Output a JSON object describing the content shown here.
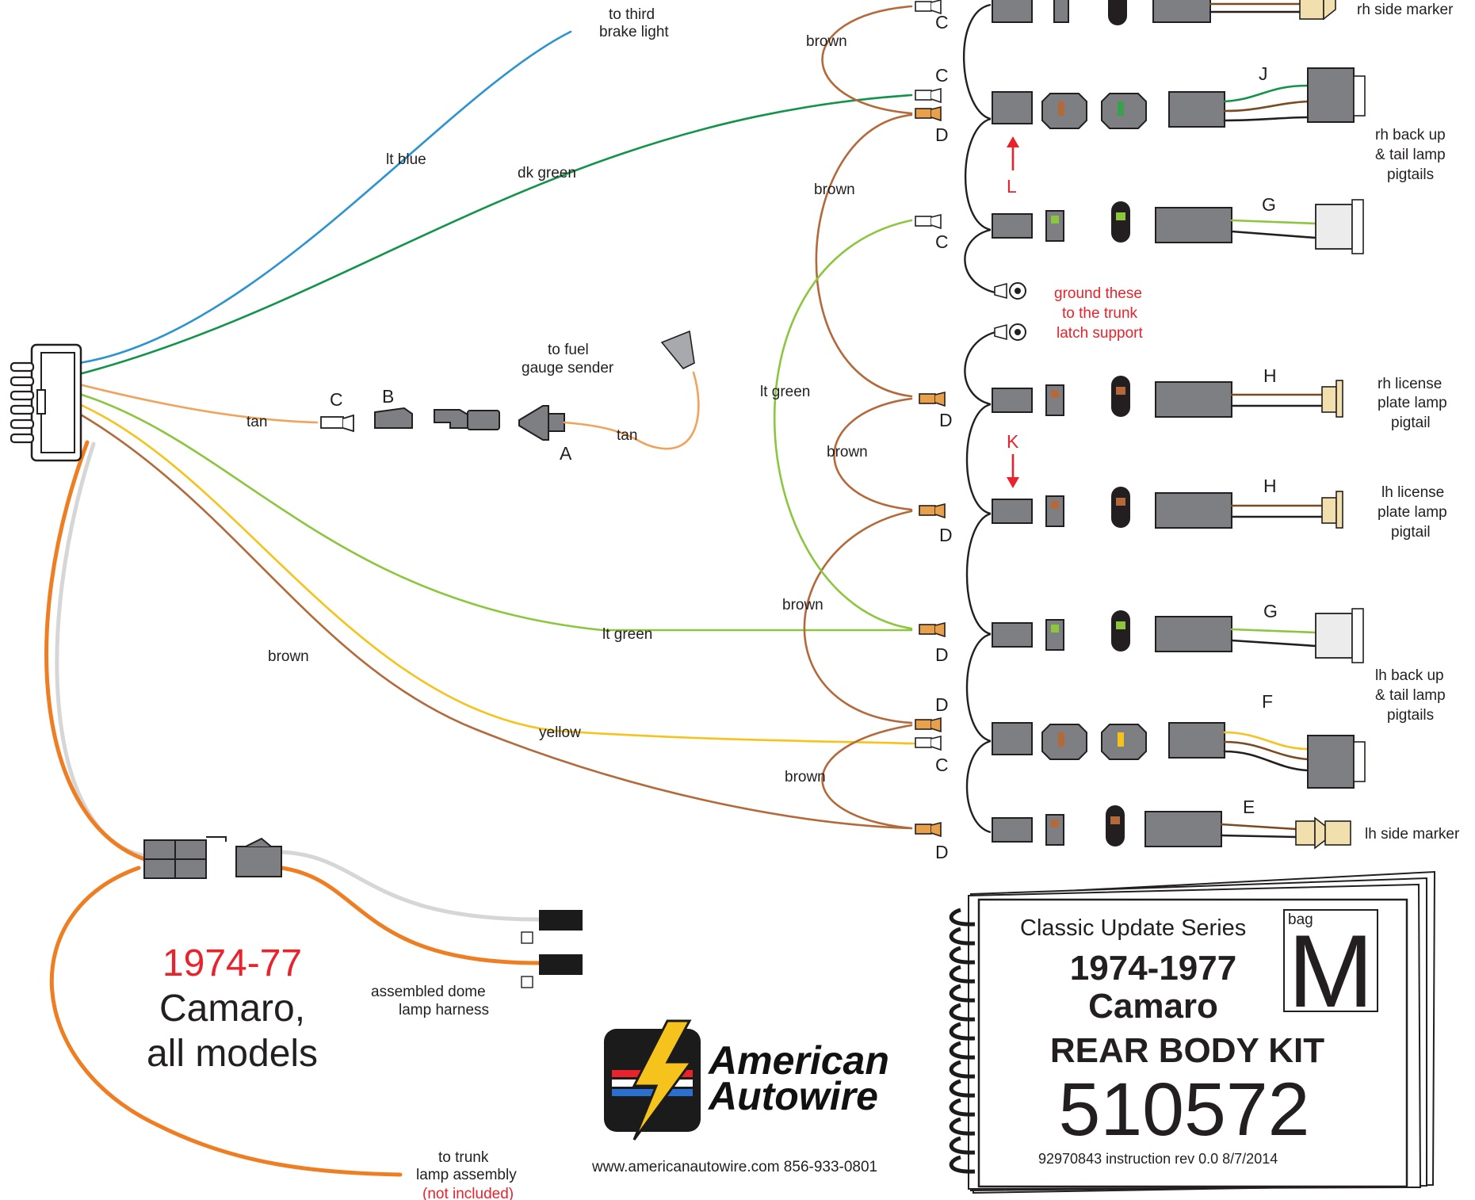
{
  "wire_labels": {
    "lt_blue": "lt blue",
    "dk_green": "dk green",
    "tan_left": "tan",
    "tan_right": "tan",
    "lt_green_mid": "lt green",
    "lt_green_top": "lt green",
    "yellow": "yellow",
    "brown_main": "brown",
    "brown_1": "brown",
    "brown_2": "brown",
    "brown_3": "brown",
    "brown_4": "brown",
    "brown_5": "brown"
  },
  "destinations": {
    "third_brake_1": "to third",
    "third_brake_2": "brake light",
    "fuel_1": "to fuel",
    "fuel_2": "gauge sender",
    "trunk_1": "to trunk",
    "trunk_2": "lamp assembly",
    "trunk_3": "(not included)",
    "dome_1": "assembled dome",
    "dome_2": "lamp harness"
  },
  "pigtails": {
    "rh_side": "rh side marker",
    "rh_back_1": "rh back up",
    "rh_back_2": "& tail lamp",
    "rh_back_3": "pigtails",
    "rh_lic_1": "rh license",
    "rh_lic_2": "plate lamp",
    "rh_lic_3": "pigtail",
    "lh_lic_1": "lh license",
    "lh_lic_2": "plate lamp",
    "lh_lic_3": "pigtail",
    "lh_back_1": "lh back up",
    "lh_back_2": "& tail lamp",
    "lh_back_3": "pigtails",
    "lh_side": "lh side marker"
  },
  "ground_note": {
    "line1": "ground these",
    "line2": "to the trunk",
    "line3": "latch support"
  },
  "letters": {
    "c1": "C",
    "c2": "C",
    "d1": "D",
    "c3": "C",
    "d2": "D",
    "d3": "D",
    "d4": "D",
    "d5": "D",
    "c4": "C",
    "d6": "D",
    "j": "J",
    "g1": "G",
    "h1": "H",
    "h2": "H",
    "g2": "G",
    "f": "F",
    "e": "E",
    "l": "L",
    "k": "K",
    "fuel_c": "C",
    "fuel_b": "B",
    "fuel_a": "A"
  },
  "title": {
    "years": "1974-77",
    "model": "Camaro,",
    "scope": "all models"
  },
  "brand": {
    "name1": "American",
    "name2": "Autowire",
    "contact": "www.americanautowire.com    856-933-0801"
  },
  "booklet": {
    "series": "Classic Update Series",
    "bag_label": "bag",
    "bag_letter": "M",
    "years": "1974-1977",
    "model": "Camaro",
    "kit": "REAR BODY KIT",
    "part_number": "510572",
    "instruction": "92970843  instruction  rev  0.0  8/7/2014"
  },
  "colors": {
    "lt_blue": "#2b93d1",
    "dk_green": "#12934a",
    "tan": "#f0a35a",
    "lt_green": "#8cc63f",
    "yellow": "#f6c21c",
    "brown": "#b4693a",
    "orange": "#ef7d22",
    "gray_wire": "#d6d6d6",
    "accent_red": "#e8232b",
    "connector_gray": "#7d7f82"
  }
}
